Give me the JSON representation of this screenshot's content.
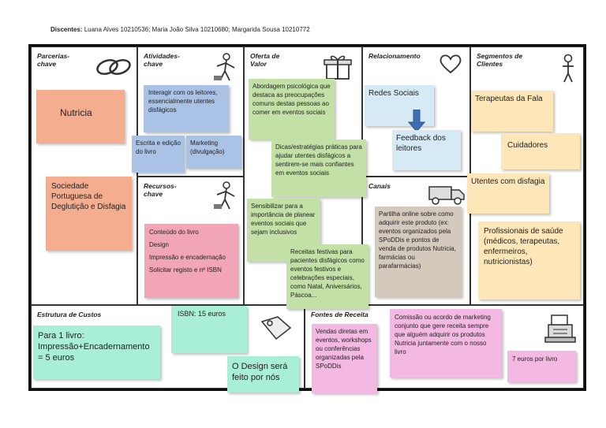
{
  "header": {
    "label": "Discentes:",
    "text": " Luana Alves 10210536; Maria João Silva 10210680; Margarida Sousa 10210772"
  },
  "sections": {
    "parcerias": "Parcerias-chave",
    "atividades": "Atividades-chave",
    "oferta": "Oferta de Valor",
    "relacionamento": "Relacionamento",
    "segmentos": "Segmentos de Clientes",
    "recursos": "Recursos-chave",
    "canais": "Canais",
    "custos": "Estrutura de Custos",
    "receita": "Fontes de Receita"
  },
  "notes": {
    "nutricia": "Nutricia",
    "sociedade": "Sociedade Portuguesa de Deglutição e Disfagia",
    "interagir": "Interagir com os leitores, essencialmente utentes disfágicos",
    "escrita": "Escrita e edição do livro",
    "marketing": "Marketing (divulgação)",
    "recursos_list": [
      "Conteúdo do livro",
      "Design",
      "Impressão e encadernação",
      "Solicitar registo e nº ISBN"
    ],
    "abordagem": "Abordagem psicológica que destaca as preocupações comuns destas pessoas ao comer em eventos sociais",
    "dicas": "Dicas/estratégias práticas para ajudar utentes disfágicos a sentirem-se mais confiantes em eventos sociais",
    "sensibilizar": "Sensibilizar para a importância de planear eventos sociais que sejam inclusivos",
    "receitas": "Receitas festivas para pacientes disfágicos como eventos festivos e celebrações especiais, como Natal, Aniversários, Páscoa...",
    "redes": "Redes Sociais",
    "feedback": "Feedback dos leitores",
    "partilha": "Partilha online sobre como adquirir este produto (ex: eventos organizados pela SPoDDis e pontos de venda de produtos Nutricia, farmácias ou parafarmácias)",
    "terapeutas": "Terapeutas da Fala",
    "cuidadores": "Cuidadores",
    "utentes": "Utentes com disfagia",
    "profissionais": "Profissionais de saúde (médicos, terapeutas, enfermeiros, nutricionistas)",
    "isbn": "ISBN: 15 euros",
    "livro": "Para 1 livro: Impressão+Encadernamento = 5 euros",
    "design": "O Design será feito por nós",
    "vendas": "Vendas diretas em eventos, workshops ou conferências organizadas pela SPoDDis",
    "comissao": "Comissão ou acordo de marketing conjunto que gere receita sempre que alguém adquirir os produtos Nutricia juntamente com o nosso livro",
    "preco": "7 euros por livro"
  },
  "colors": {
    "salmon": "#f5ad90",
    "blue": "#a9c2e6",
    "green": "#c3e1a6",
    "pink": "#f2a5b6",
    "light_blue": "#d6eaf5",
    "cream": "#fde7b8",
    "taupe": "#d4c9bd",
    "mint": "#a9efd5",
    "magenta": "#f4b9e2",
    "arrow": "#3f6fb3"
  },
  "icons": [
    "chain-link-icon",
    "worker-icon",
    "gift-icon",
    "heart-icon",
    "person-icon",
    "worker-icon",
    "truck-icon",
    "price-tag-icon",
    "cash-register-icon"
  ]
}
